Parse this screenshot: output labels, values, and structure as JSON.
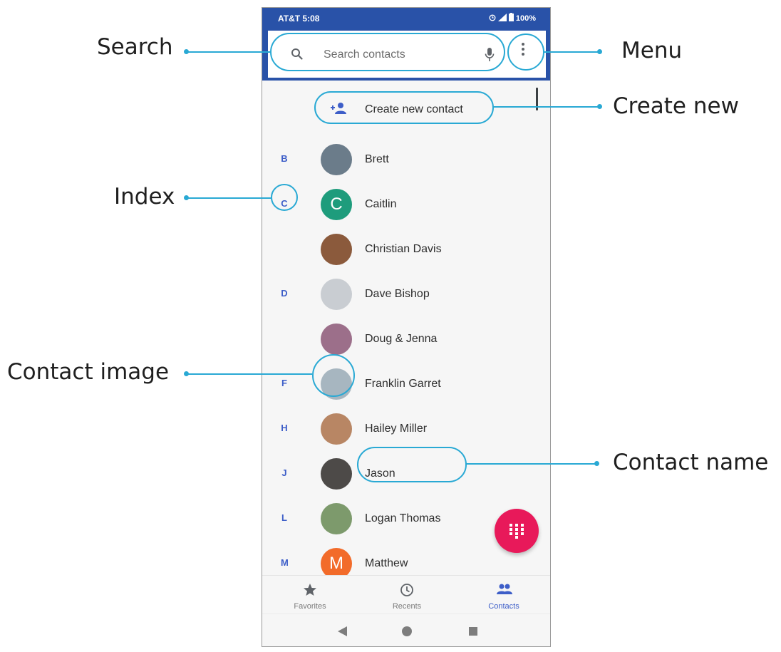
{
  "status_bar": {
    "carrier_time": "AT&T 5:08",
    "battery": "100%"
  },
  "search": {
    "placeholder": "Search contacts"
  },
  "create_new": {
    "label": "Create new contact"
  },
  "contacts": [
    {
      "index": "B",
      "name": "Brett",
      "avatar_color": "#6b7c8a",
      "avatar_letter": ""
    },
    {
      "index": "C",
      "name": "Caitlin",
      "avatar_color": "#1e9c7c",
      "avatar_letter": "C"
    },
    {
      "index": "",
      "name": "Christian Davis",
      "avatar_color": "#8b5a3c",
      "avatar_letter": ""
    },
    {
      "index": "D",
      "name": "Dave Bishop",
      "avatar_color": "#c9cdd2",
      "avatar_letter": ""
    },
    {
      "index": "",
      "name": "Doug & Jenna",
      "avatar_color": "#9c6f8a",
      "avatar_letter": ""
    },
    {
      "index": "F",
      "name": "Franklin Garret",
      "avatar_color": "#a7b6c0",
      "avatar_letter": ""
    },
    {
      "index": "H",
      "name": "Hailey Miller",
      "avatar_color": "#b88664",
      "avatar_letter": ""
    },
    {
      "index": "J",
      "name": "Jason",
      "avatar_color": "#4d4a48",
      "avatar_letter": ""
    },
    {
      "index": "L",
      "name": "Logan Thomas",
      "avatar_color": "#7d9a6c",
      "avatar_letter": ""
    },
    {
      "index": "M",
      "name": "Matthew",
      "avatar_color": "#f26b2a",
      "avatar_letter": "M"
    }
  ],
  "bottom_nav": [
    {
      "label": "Favorites",
      "icon": "star-icon",
      "active": false
    },
    {
      "label": "Recents",
      "icon": "clock-icon",
      "active": false
    },
    {
      "label": "Contacts",
      "icon": "people-icon",
      "active": true
    }
  ],
  "callouts": {
    "search": "Search",
    "menu": "Menu",
    "create_new": "Create new",
    "index": "Index",
    "contact_image": "Contact image",
    "contact_name": "Contact name"
  },
  "colors": {
    "app_bar": "#2952a8",
    "accent": "#3d5ec8",
    "fab": "#e8195a",
    "callout": "#29a9d4"
  }
}
